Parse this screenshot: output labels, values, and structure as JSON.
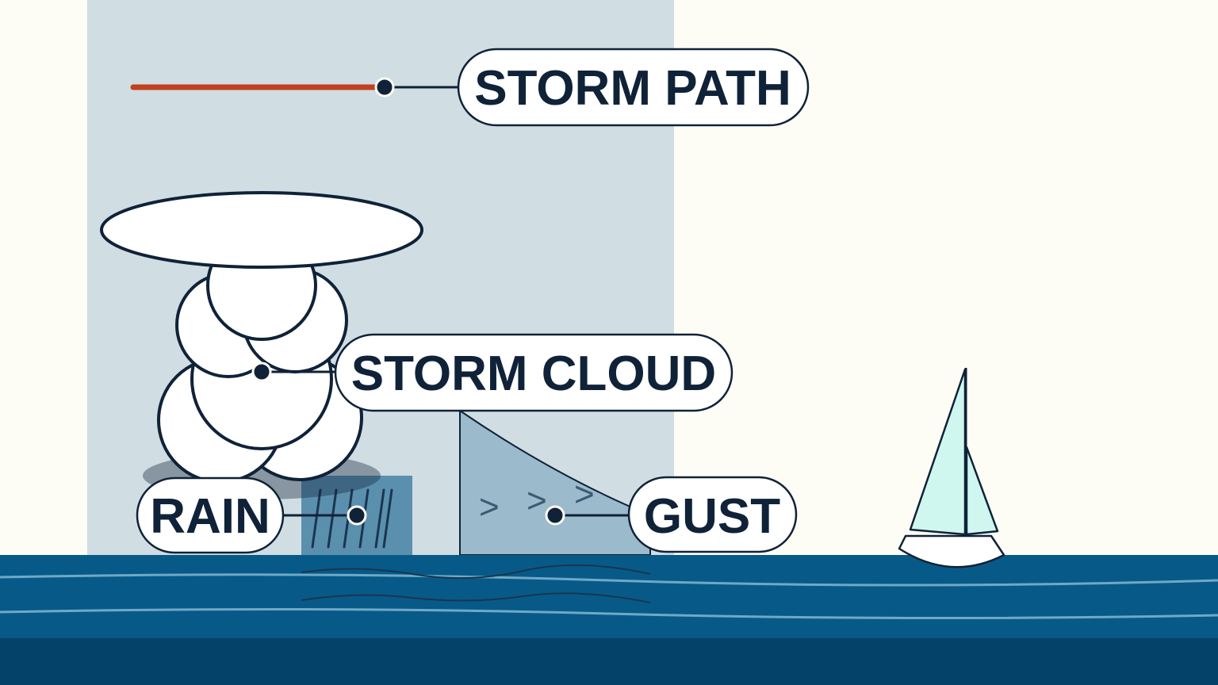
{
  "labels": {
    "storm_path": "STORM PATH",
    "storm_cloud": "STORM CLOUD",
    "rain": "RAIN",
    "gust": "GUST"
  },
  "gust_glyphs": [
    ">",
    ">",
    ">"
  ],
  "colors": {
    "background": "#fdfcf5",
    "sky_panel": "#d0dde3",
    "path_line": "#c2401c",
    "ink": "#0f2238",
    "sea": "#075a87",
    "sea_deep": "#05426a",
    "rain_box": "#5b8fae",
    "gust_wedge": "#9bbacb",
    "sail": "#cff7ef"
  },
  "icons": {
    "cloud": "storm-cloud-icon",
    "boat": "sailboat-icon"
  }
}
